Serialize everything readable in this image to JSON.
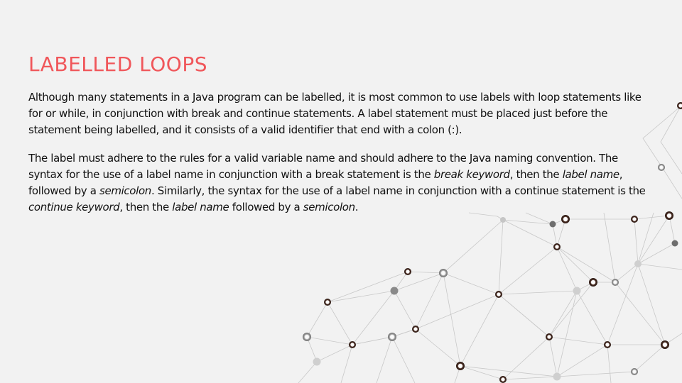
{
  "slide": {
    "title": "LABELLED LOOPS",
    "paragraph1": "Although many statements in a Java program can be labelled, it is most common to use labels with loop statements like for or while, in conjunction with break and continue statements. A label statement must be placed just before the statement being labelled, and it consists of a valid identifier that end with a colon (:).",
    "paragraph2": {
      "t1": "The label must adhere to the rules for a valid variable name and should adhere to the Java naming convention. The syntax for the use of a label name in conjunction with a break statement is the ",
      "i1": "break keyword",
      "t2": ", then the ",
      "i2": "label name",
      "t3": ", followed by a ",
      "i3": "semicolon",
      "t4": ". Similarly, the syntax for the use of a label name in conjunction with a continue statement is the ",
      "i4": "continue keyword",
      "t5": ", then the ",
      "i5": "label name",
      "t6": " followed by a ",
      "i6": "semicolon",
      "t7": "."
    }
  },
  "colors": {
    "background": "#f2f2f2",
    "title": "#f0565a",
    "text": "#111111"
  }
}
